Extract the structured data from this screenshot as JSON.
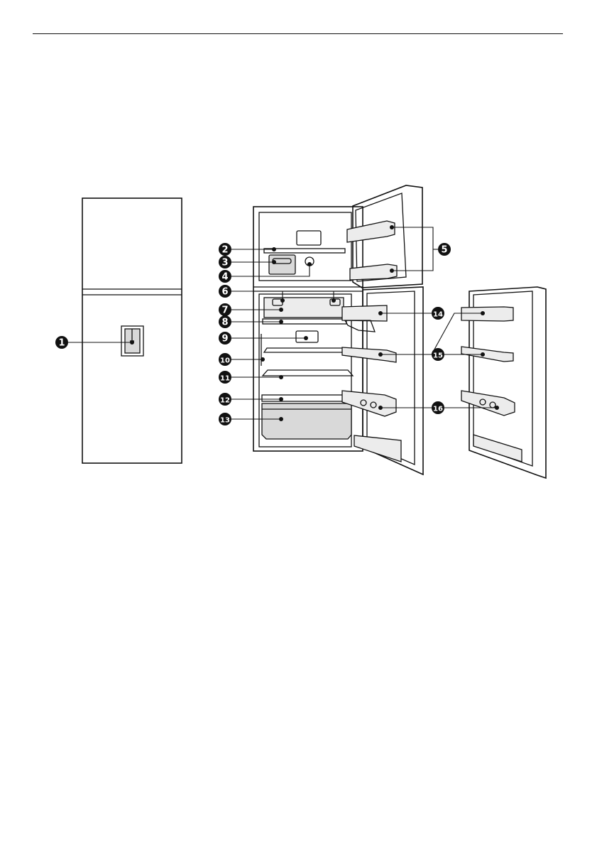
{
  "figure": {
    "callouts": [
      {
        "id": "c1",
        "number": "1"
      },
      {
        "id": "c2",
        "number": "2"
      },
      {
        "id": "c3",
        "number": "3"
      },
      {
        "id": "c4",
        "number": "4"
      },
      {
        "id": "c5",
        "number": "5"
      },
      {
        "id": "c6",
        "number": "6"
      },
      {
        "id": "c7",
        "number": "7"
      },
      {
        "id": "c8",
        "number": "8"
      },
      {
        "id": "c9",
        "number": "9"
      },
      {
        "id": "c10",
        "number": "10"
      },
      {
        "id": "c11",
        "number": "11"
      },
      {
        "id": "c12",
        "number": "12"
      },
      {
        "id": "c13",
        "number": "13"
      },
      {
        "id": "c14",
        "number": "14"
      },
      {
        "id": "c15",
        "number": "15"
      },
      {
        "id": "c16",
        "number": "16"
      }
    ]
  },
  "colors": {
    "ink": "#111111",
    "badge": "#111111",
    "badge_text": "#ffffff",
    "shade": "#d9d9d9"
  }
}
